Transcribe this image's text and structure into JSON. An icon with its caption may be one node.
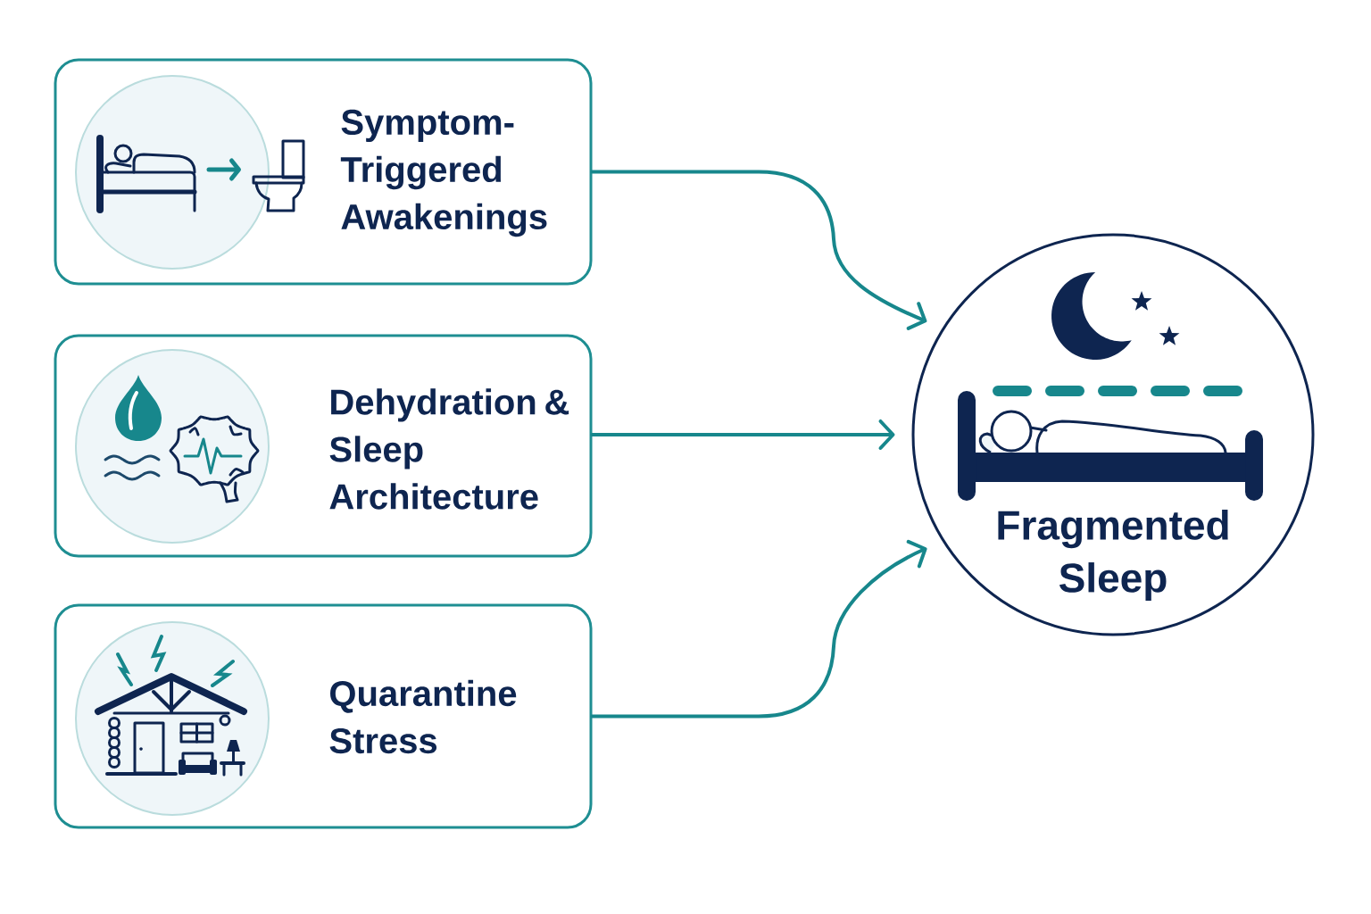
{
  "diagram": {
    "nodes": [
      {
        "text": [
          "Symptom-Triggered Awakenings"
        ]
      },
      {
        "text": [
          "Dehydration & Sleep Architecture"
        ]
      },
      {
        "text": [
          "Quarantine Stress"
        ]
      },
      {
        "text": [
          "Fragmented Sleep"
        ]
      }
    ],
    "edges": [
      {
        "from": 0,
        "to": 3,
        "arrow": "to"
      },
      {
        "from": 1,
        "to": 3,
        "arrow": "to"
      },
      {
        "from": 2,
        "to": 3,
        "arrow": "to"
      }
    ]
  }
}
